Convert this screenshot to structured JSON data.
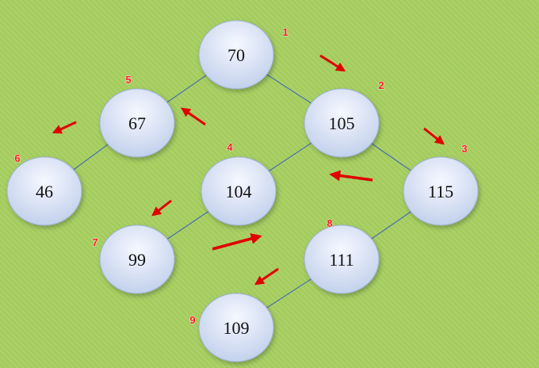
{
  "nodes": [
    {
      "id": "n70",
      "value": "70",
      "order": "1"
    },
    {
      "id": "n105",
      "value": "105",
      "order": "2"
    },
    {
      "id": "n115",
      "value": "115",
      "order": "3"
    },
    {
      "id": "n104",
      "value": "104",
      "order": "4"
    },
    {
      "id": "n67",
      "value": "67",
      "order": "5"
    },
    {
      "id": "n46",
      "value": "46",
      "order": "6"
    },
    {
      "id": "n99",
      "value": "99",
      "order": "7"
    },
    {
      "id": "n111",
      "value": "111",
      "order": "8"
    },
    {
      "id": "n109",
      "value": "109",
      "order": "9"
    }
  ],
  "edges": [
    {
      "from": "n70",
      "to": "n67"
    },
    {
      "from": "n70",
      "to": "n105"
    },
    {
      "from": "n67",
      "to": "n46"
    },
    {
      "from": "n105",
      "to": "n104"
    },
    {
      "from": "n105",
      "to": "n115"
    },
    {
      "from": "n104",
      "to": "n99"
    },
    {
      "from": "n115",
      "to": "n111"
    },
    {
      "from": "n111",
      "to": "n109"
    }
  ],
  "colors": {
    "background": "#a3cc5c",
    "node_fill_top": "#f4f7ff",
    "node_fill_bottom": "#c6d4ee",
    "edge": "#4a6fb0",
    "arrow": "#e00000",
    "order_label": "#ff1a1a"
  }
}
